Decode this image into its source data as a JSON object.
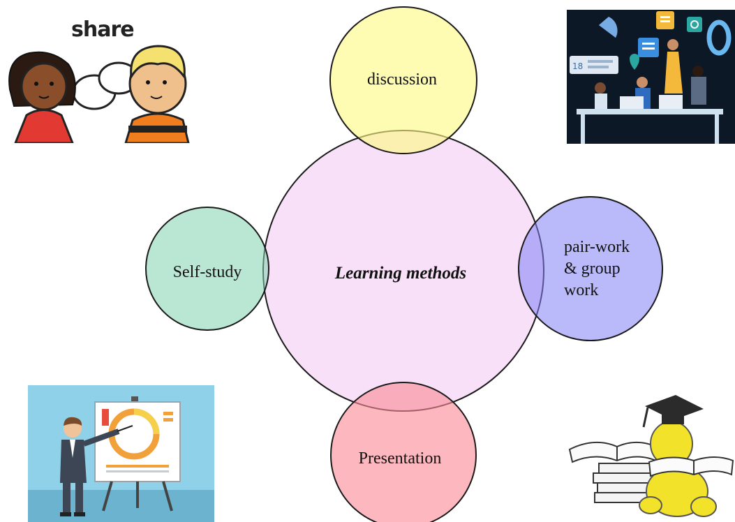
{
  "diagram": {
    "center": {
      "label": "Learning methods"
    },
    "nodes": {
      "discussion": {
        "label": "discussion"
      },
      "self_study": {
        "label": "Self-study"
      },
      "pair_work": {
        "lines": [
          "pair-work",
          "& group",
          "work"
        ]
      },
      "presentation": {
        "label": "Presentation"
      }
    }
  },
  "images": {
    "share": {
      "text": "share",
      "icon": "two-children-talking"
    },
    "team_meeting": {
      "badge": "18",
      "icon": "team-meeting-dashboard"
    },
    "presenter": {
      "icon": "presenter-with-chart"
    },
    "student_books": {
      "icon": "graduate-reading-books"
    }
  },
  "colors": {
    "center_fill": "#f8e0f8",
    "discussion_fill": "#fbf6ae",
    "self_study_fill": "#b9e6cf",
    "pair_work_fill": "#b7b8fa",
    "presentation_fill": "#f9b5bb"
  }
}
